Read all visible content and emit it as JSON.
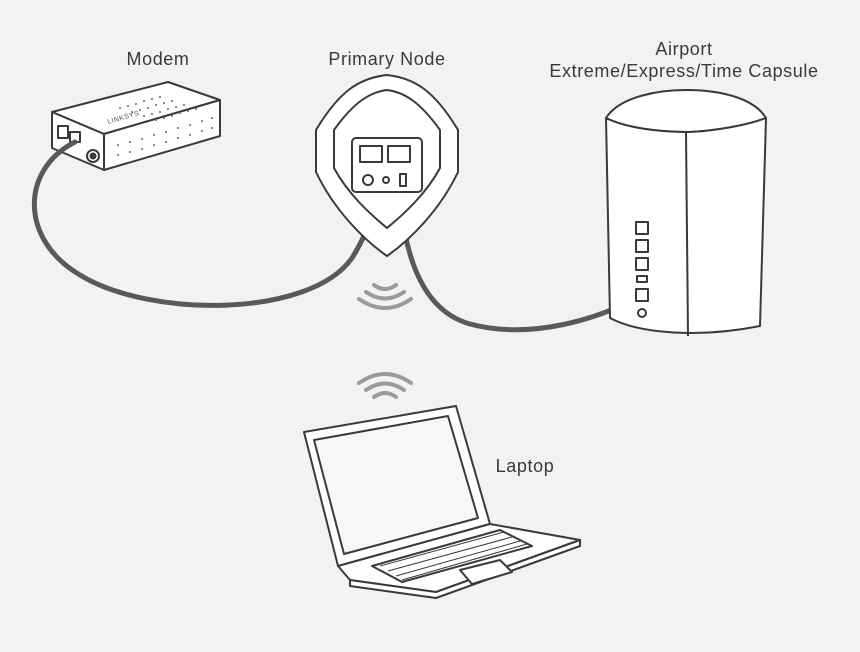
{
  "labels": {
    "modem": "Modem",
    "primary_node": "Primary Node",
    "airport_line1": "Airport",
    "airport_line2": "Extreme/Express/Time Capsule",
    "laptop": "Laptop"
  },
  "modem_brand": "LINKSYS",
  "colors": {
    "background": "#f2f2f2",
    "outline": "#3a3a3a",
    "cable": "#595959",
    "wifi": "#9a9a9a"
  }
}
